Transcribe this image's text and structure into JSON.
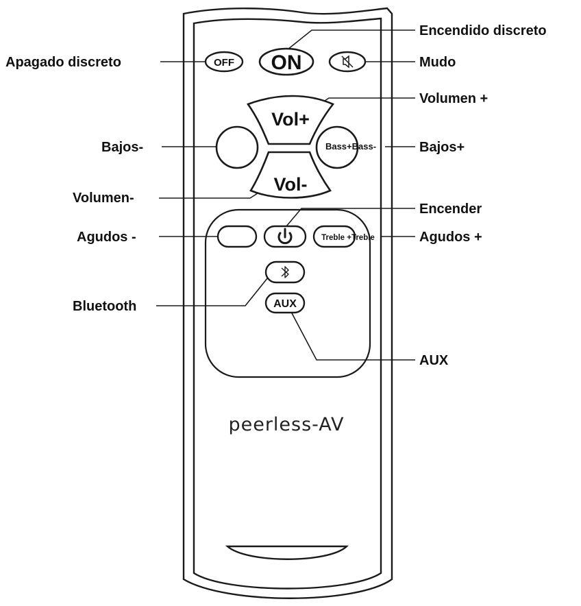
{
  "callouts": {
    "encendido_discreto": "Encendido discreto",
    "apagado_discreto": "Apagado discreto",
    "mudo": "Mudo",
    "volumen_mas": "Volumen +",
    "bajos_menos": "Bajos-",
    "bajos_mas": "Bajos+",
    "volumen_menos": "Volumen-",
    "encender": "Encender",
    "agudos_menos": "Agudos -",
    "agudos_mas": "Agudos +",
    "bluetooth": "Bluetooth",
    "aux": "AUX"
  },
  "buttons": {
    "off": "OFF",
    "on": "ON",
    "vol_up": "Vol+",
    "vol_down": "Vol-",
    "bass": "Bass+Bass-",
    "treble": "Treble +Treble",
    "aux": "AUX"
  },
  "icons": {
    "mute": "mute-icon",
    "power": "power-icon",
    "bluetooth": "bluetooth-icon"
  },
  "brand": "peerless-AV",
  "colors": {
    "line": "#1a1a1a",
    "background": "#ffffff"
  }
}
